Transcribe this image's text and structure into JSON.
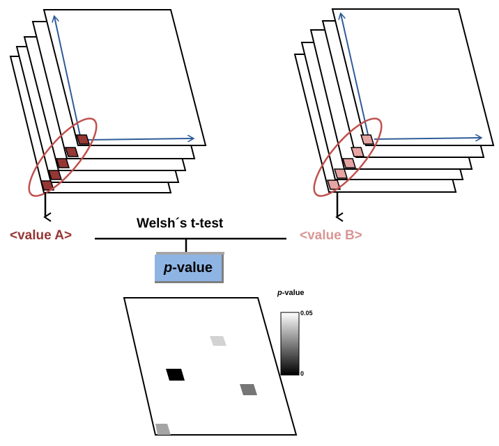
{
  "labels": {
    "value_a": "<value A>",
    "value_b": "<value B>",
    "test": "Welsh´s t-test",
    "p_value_italic": "p",
    "p_value_rest": "-value"
  },
  "colorbar": {
    "title_italic": "p",
    "title_rest": "-value",
    "max_label": "0.05",
    "min_label": "0"
  },
  "colors": {
    "value_a": "#953735",
    "value_b": "#d99694",
    "axis": "#2e5c99",
    "ellipse": "#c0504d",
    "pbox": "#8eb4e3",
    "voxel_a": "#953735",
    "voxel_b": "#e6a4a2"
  },
  "result_voxels": [
    {
      "name": "voxel-light",
      "pvalue": 0.045
    },
    {
      "name": "voxel-black",
      "pvalue": 0.0
    },
    {
      "name": "voxel-mid-gray",
      "pvalue": 0.025
    },
    {
      "name": "voxel-corner",
      "pvalue": 0.035
    }
  ]
}
